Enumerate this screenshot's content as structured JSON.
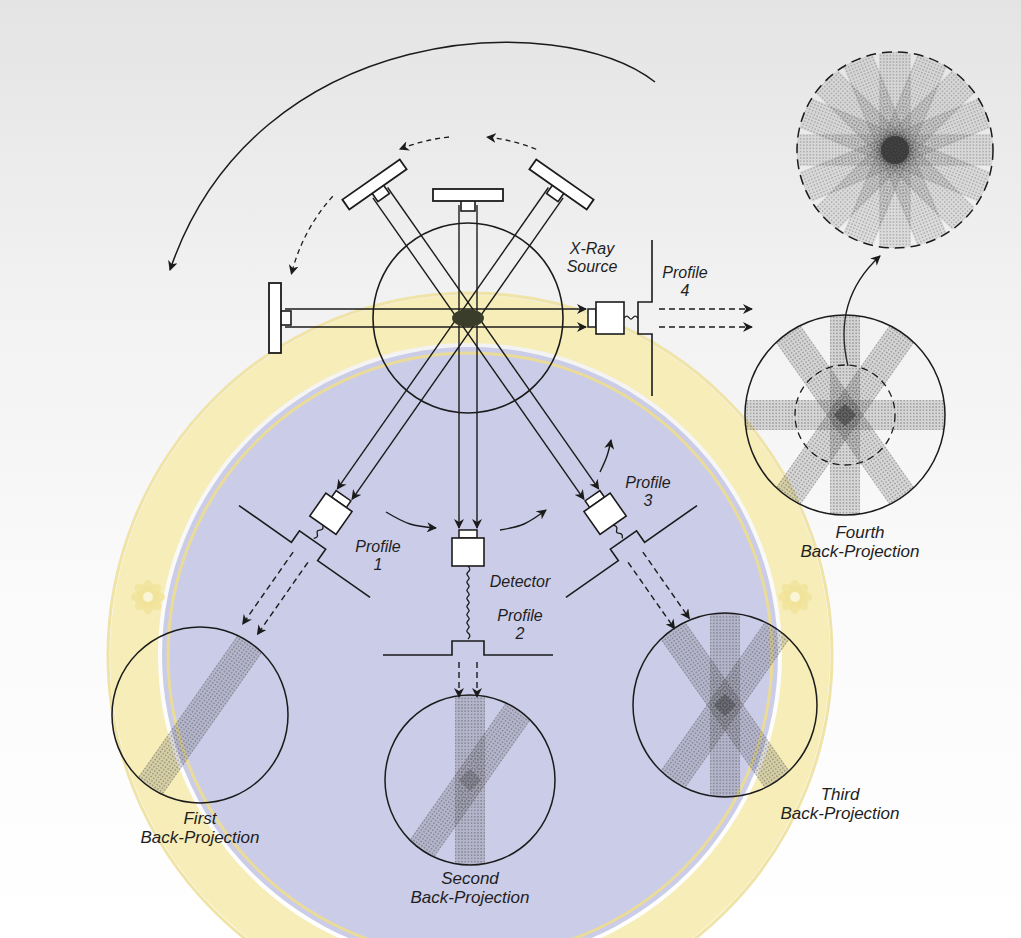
{
  "diagram": {
    "nodes": [
      {
        "text": [
          "First Back-Projection"
        ]
      },
      {
        "text": [
          "Second Back-Projection"
        ]
      },
      {
        "text": [
          "Third Back-Projection"
        ]
      },
      {
        "text": [
          "Fourth Back-Projection"
        ]
      }
    ],
    "labels": [
      "X-Ray Source",
      "Profile 4",
      "Profile 3",
      "Profile 1",
      "Detector",
      "Profile 2"
    ]
  }
}
